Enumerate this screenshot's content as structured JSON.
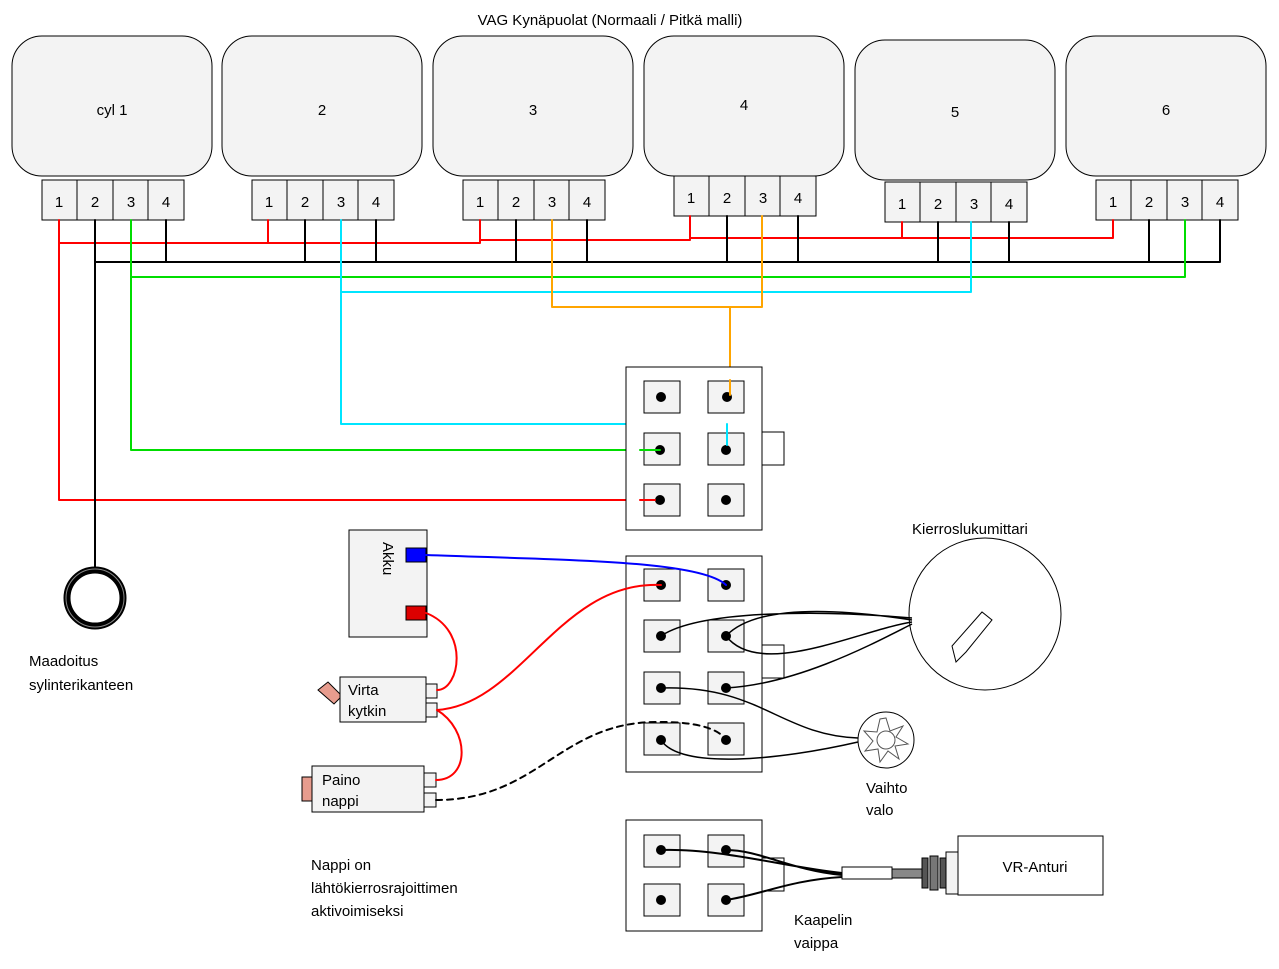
{
  "title": "VAG Kynäpuolat (Normaali / Pitkä malli)",
  "coils": [
    {
      "label": "cyl 1",
      "pins": [
        "1",
        "2",
        "3",
        "4"
      ]
    },
    {
      "label": "2",
      "pins": [
        "1",
        "2",
        "3",
        "4"
      ]
    },
    {
      "label": "3",
      "pins": [
        "1",
        "2",
        "3",
        "4"
      ]
    },
    {
      "label": "4",
      "pins": [
        "1",
        "2",
        "3",
        "4"
      ]
    },
    {
      "label": "5",
      "pins": [
        "1",
        "2",
        "3",
        "4"
      ]
    },
    {
      "label": "6",
      "pins": [
        "1",
        "2",
        "3",
        "4"
      ]
    }
  ],
  "ground": {
    "line1": "Maadoitus",
    "line2": "sylinterikanteen"
  },
  "battery": {
    "label": "Akku"
  },
  "switch": {
    "line1": "Virta",
    "line2": "kytkin"
  },
  "button": {
    "line1": "Paino",
    "line2": "nappi"
  },
  "note": {
    "line1": "Nappi on",
    "line2": "lähtökierrosrajoittimen",
    "line3": "aktivoimiseksi"
  },
  "tachometer": {
    "label": "Kierroslukumittari"
  },
  "shift_light": {
    "line1": "Vaihto",
    "line2": "valo"
  },
  "sensor": {
    "label": "VR-Anturi"
  },
  "cable": {
    "line1": "Kaapelin",
    "line2": "vaippa"
  },
  "colors": {
    "ignition_feed": "#ff0000",
    "ground": "#000000",
    "signal_green": "#00dd00",
    "signal_cyan": "#00e5ff",
    "signal_orange": "#ffa500",
    "battery_negative": "#0000ff"
  }
}
